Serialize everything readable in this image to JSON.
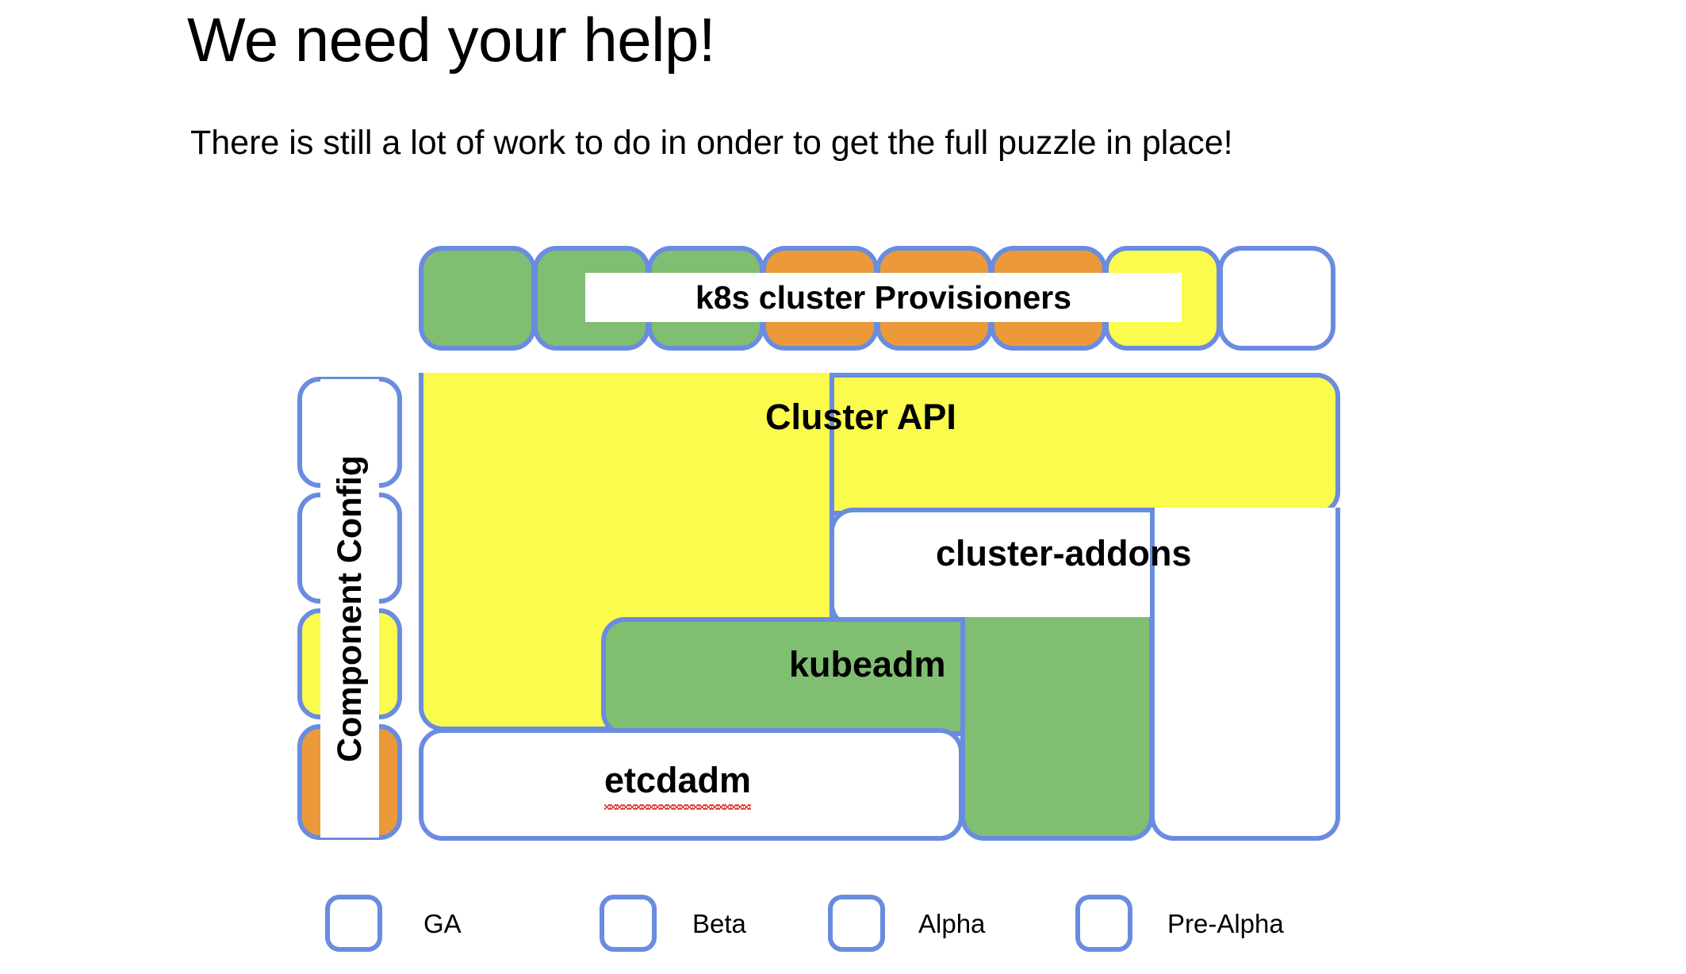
{
  "slide": {
    "title": "We need your help!",
    "subtitle": "There is still a lot of work to do in onder to get the full puzzle in place!"
  },
  "colors": {
    "border_blue": "#6a8ce0",
    "ga_green": "#80be72",
    "beta_orange": "#ec9a39",
    "alpha_yellow": "#fbfb4e",
    "prealpha_white": "#ffffff",
    "spellcheck_red": "#d93025"
  },
  "provisioners": {
    "label": "k8s cluster Provisioners",
    "tiles": [
      {
        "status": "GA",
        "class": "ga"
      },
      {
        "status": "GA",
        "class": "ga"
      },
      {
        "status": "GA",
        "class": "ga"
      },
      {
        "status": "Beta",
        "class": "beta"
      },
      {
        "status": "Beta",
        "class": "beta"
      },
      {
        "status": "Beta",
        "class": "beta"
      },
      {
        "status": "Alpha",
        "class": "alpha"
      },
      {
        "status": "Pre-Alpha",
        "class": "prealpha"
      }
    ]
  },
  "component_config": {
    "label": "Component Config",
    "tiles": [
      {
        "status": "Pre-Alpha",
        "class": "prealpha"
      },
      {
        "status": "Pre-Alpha",
        "class": "prealpha"
      },
      {
        "status": "Alpha",
        "class": "alpha"
      },
      {
        "status": "Beta",
        "class": "beta"
      }
    ]
  },
  "stack": {
    "cluster_api": {
      "label": "Cluster API",
      "status": "Alpha"
    },
    "cluster_addons": {
      "label": "cluster-addons",
      "status": "Pre-Alpha"
    },
    "kubeadm": {
      "label": "kubeadm",
      "status": "GA"
    },
    "etcdadm": {
      "label": "etcdadm",
      "status": "Pre-Alpha"
    }
  },
  "legend": {
    "items": [
      {
        "label": "GA",
        "class": "ga"
      },
      {
        "label": "Beta",
        "class": "beta"
      },
      {
        "label": "Alpha",
        "class": "alpha"
      },
      {
        "label": "Pre-Alpha",
        "class": "prealpha"
      }
    ]
  }
}
